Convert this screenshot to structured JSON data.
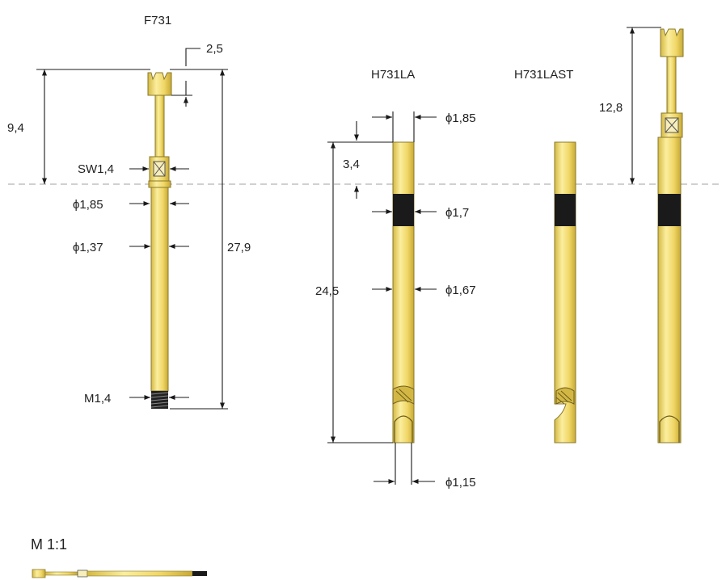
{
  "probes": {
    "f731": {
      "title": "F731"
    },
    "h731la": {
      "title": "H731LA"
    },
    "h731last": {
      "title": "H731LAST"
    }
  },
  "dims": {
    "d_2_5": "2,5",
    "d_9_4": "9,4",
    "d_sw1_4": "SW1,4",
    "d_dia185_a": "ϕ1,85",
    "d_dia137": "ϕ1,37",
    "d_27_9": "27,9",
    "d_m1_4": "M1,4",
    "d_dia185_b": "ϕ1,85",
    "d_3_4": "3,4",
    "d_dia17": "ϕ1,7",
    "d_24_5": "24,5",
    "d_dia167": "ϕ1,67",
    "d_dia115": "ϕ1,15",
    "d_12_8": "12,8"
  },
  "scale": {
    "label": "M 1:1"
  },
  "colors": {
    "gold": "#f2dc72",
    "band": "#1a1a1a",
    "reference_line": "#b5b5b5"
  }
}
